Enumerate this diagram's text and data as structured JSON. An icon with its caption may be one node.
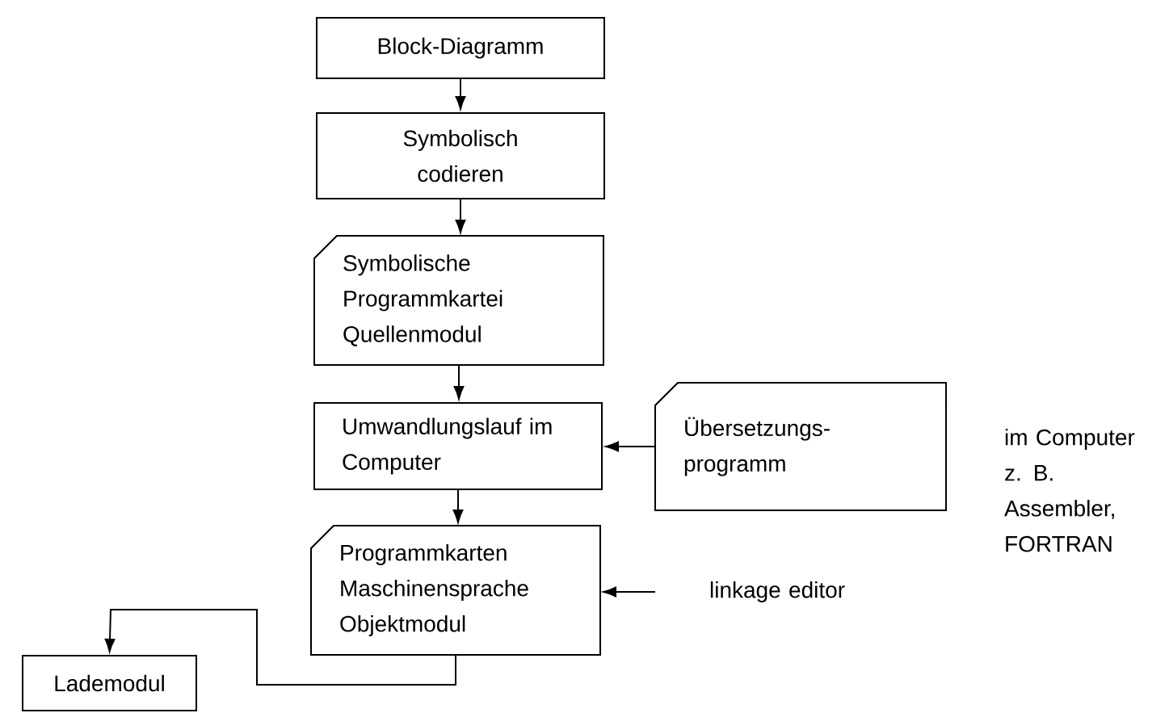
{
  "diagram": {
    "nodes": [
      {
        "text": [
          "Block-Diagramm"
        ]
      },
      {
        "text": [
          "Symbolisch codieren"
        ]
      },
      {
        "text": [
          "Symbolische Programmkartei Quellenmodul"
        ]
      },
      {
        "text": [
          "Umwandlungslauf im Computer"
        ]
      },
      {
        "text": [
          "Übersetzungs- programm"
        ]
      },
      {
        "text": [
          "Programmkarten Maschinensprache Objektmodul"
        ]
      },
      {
        "text": [
          "linkage editor"
        ]
      },
      {
        "text": [
          "Lademodul"
        ]
      }
    ],
    "edges": [
      {
        "from": 0,
        "to": 1,
        "arrow": "to"
      },
      {
        "from": 1,
        "to": 2,
        "arrow": "to"
      },
      {
        "from": 2,
        "to": 3,
        "arrow": "to"
      },
      {
        "from": 4,
        "to": 3,
        "arrow": "to"
      },
      {
        "from": 3,
        "to": 5,
        "arrow": "to"
      },
      {
        "from": 6,
        "to": 5,
        "arrow": "to"
      },
      {
        "from": 5,
        "to": 7,
        "arrow": "to"
      }
    ],
    "labels": [
      "im Computer z. B. Assembler, FORTRAN"
    ]
  }
}
